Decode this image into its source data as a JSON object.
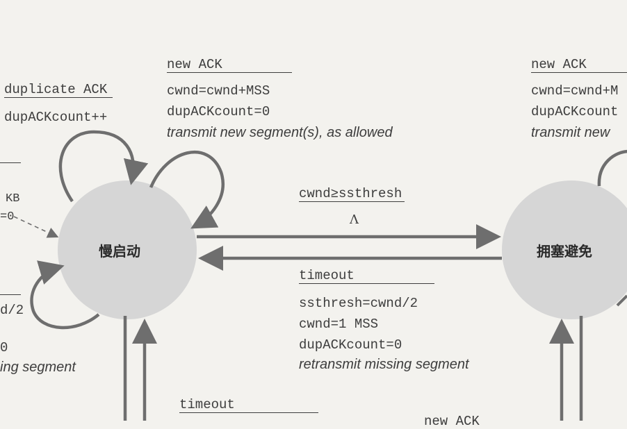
{
  "states": {
    "slow_start": "慢启动",
    "congestion_avoidance": "拥塞避免"
  },
  "left_self_loop": {
    "event": "duplicate ACK",
    "action": "dupACKcount++"
  },
  "slow_start_new_ack": {
    "event": "new ACK",
    "actions": [
      "cwnd=cwnd+MSS",
      "dupACKcount=0"
    ],
    "note": "transmit new segment(s), as allowed"
  },
  "ca_new_ack": {
    "event": "new ACK",
    "actions": [
      "cwnd=cwnd+M",
      "dupACKcount"
    ],
    "note": "transmit new"
  },
  "ss_to_ca": {
    "condition": "cwnd≥ssthresh",
    "action": "Λ"
  },
  "ca_to_ss": {
    "event": "timeout",
    "actions": [
      "ssthresh=cwnd/2",
      "cwnd=1 MSS",
      "dupACKcount=0"
    ],
    "note": "retransmit missing segment"
  },
  "left_fragments": {
    "init_a": "KB",
    "init_b": "=0",
    "timeout_a": "d/2",
    "timeout_b": "0",
    "timeout_note": "ing segment"
  },
  "bottom": {
    "timeout": "timeout",
    "new_ack": "new ACK"
  },
  "colors": {
    "state_fill": "#d6d6d6",
    "arrow": "#6e6e6e",
    "text": "#3d3d3d"
  }
}
